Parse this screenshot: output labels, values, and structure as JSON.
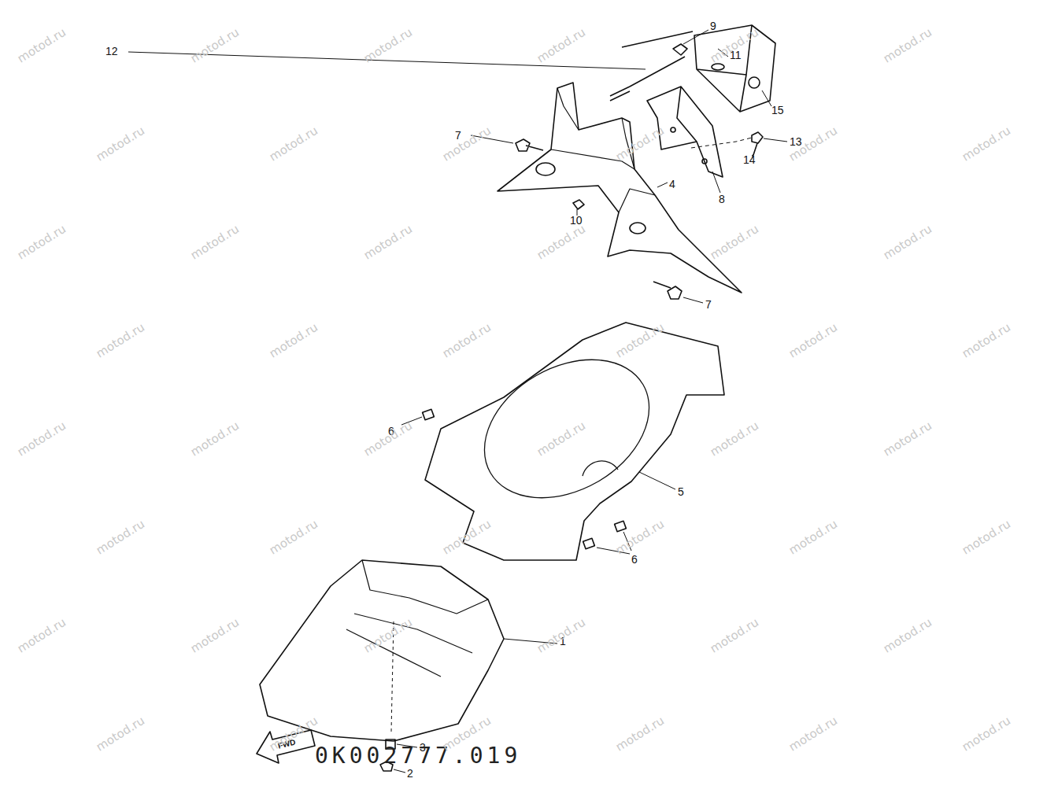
{
  "diagram": {
    "labels": [
      "12",
      "9",
      "11",
      "15",
      "13",
      "14",
      "7",
      "4",
      "8",
      "10",
      "7",
      "6",
      "5",
      "6",
      "1",
      "3",
      "2",
      "FWD",
      "0K002777.019",
      "motod.ru",
      "motod.ru",
      "motod.ru",
      "motod.ru",
      "motod.ru",
      "motod.ru",
      "motod.ru",
      "motod.ru",
      "motod.ru",
      "motod.ru",
      "motod.ru",
      "motod.ru",
      "motod.ru",
      "motod.ru",
      "motod.ru",
      "motod.ru",
      "motod.ru",
      "motod.ru",
      "motod.ru",
      "motod.ru",
      "motod.ru",
      "motod.ru",
      "motod.ru",
      "motod.ru",
      "motod.ru",
      "motod.ru",
      "motod.ru",
      "motod.ru",
      "motod.ru",
      "motod.ru",
      "motod.ru",
      "motod.ru",
      "motod.ru",
      "motod.ru",
      "motod.ru",
      "motod.ru",
      "motod.ru",
      "motod.ru",
      "motod.ru",
      "motod.ru",
      "motod.ru",
      "motod.ru",
      "motod.ru",
      "motod.ru",
      "motod.ru",
      "motod.ru",
      "motod.ru",
      "motod.ru"
    ]
  }
}
